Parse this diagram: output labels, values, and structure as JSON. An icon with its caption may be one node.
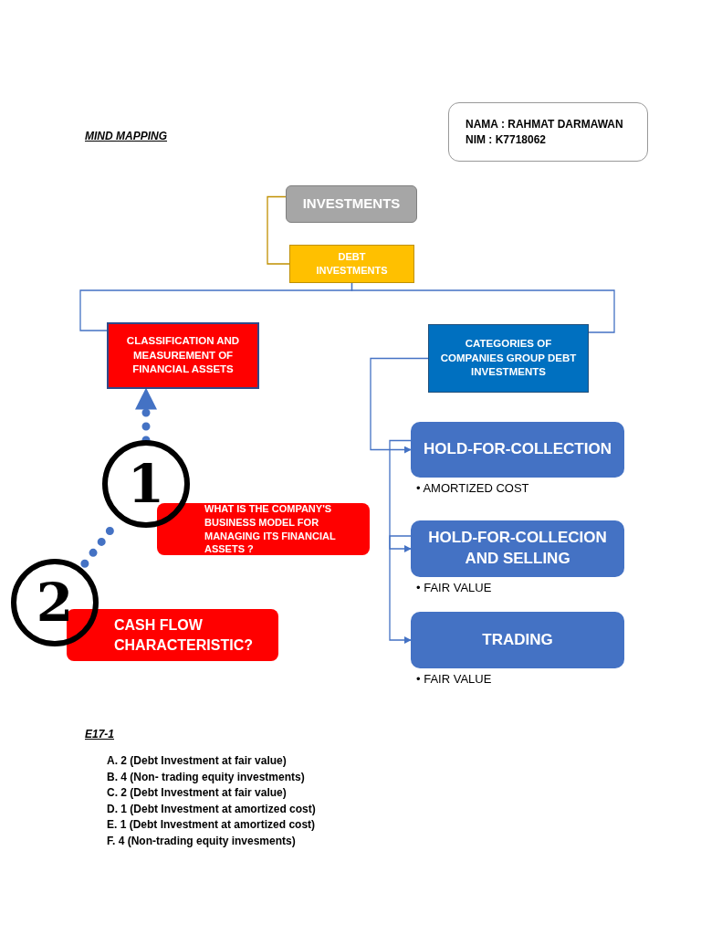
{
  "diagram": {
    "title": "MIND MAPPING",
    "nodes": [
      {
        "text": [
          "NAMA : RAHMAT DARMAWAN",
          "NIM : K7718062"
        ]
      },
      {
        "text": [
          "INVESTMENTS"
        ]
      },
      {
        "text": [
          "DEBT INVESTMENTS"
        ]
      },
      {
        "text": [
          "CLASSIFICATION AND MEASUREMENT OF FINANCIAL ASSETS"
        ]
      },
      {
        "text": [
          "CATEGORIES OF COMPANIES GROUP DEBT INVESTMENTS"
        ]
      },
      {
        "text": [
          "HOLD-FOR-COLLECTION"
        ],
        "beside": [
          "• AMORTIZED COST"
        ]
      },
      {
        "text": [
          "HOLD-FOR-COLLECION AND SELLING"
        ],
        "beside": [
          "• FAIR VALUE"
        ]
      },
      {
        "text": [
          "TRADING"
        ],
        "beside": [
          "• FAIR VALUE"
        ]
      },
      {
        "text": [
          "1"
        ]
      },
      {
        "text": [
          "WHAT IS THE COMPANY'S BUSINESS MODEL FOR MANAGING ITS FINANCIAL ASSETS ?"
        ]
      },
      {
        "text": [
          "2"
        ]
      },
      {
        "text": [
          "CASH FLOW CHARACTERISTIC?"
        ]
      }
    ],
    "edges": [
      {
        "from": 1,
        "to": 2,
        "arrow": "none",
        "color": "#c09000"
      },
      {
        "from": 2,
        "to": 3,
        "arrow": "none"
      },
      {
        "from": 2,
        "to": 4,
        "arrow": "none"
      },
      {
        "from": 4,
        "to": 5,
        "arrow": "to"
      },
      {
        "from": 5,
        "to": 6,
        "arrow": "to"
      },
      {
        "from": 6,
        "to": 7,
        "arrow": "to"
      },
      {
        "from": 8,
        "to": 3,
        "arrow": "to",
        "style": "dashed"
      },
      {
        "from": 10,
        "to": 8,
        "arrow": "none",
        "style": "dashed"
      }
    ],
    "labels": [
      "E17-1",
      "A. 2 (Debt Investment at fair value)",
      "B. 4 (Non- trading equity investments)",
      "C. 2 (Debt Investment at fair value)",
      "D. 1 (Debt Investment at amortized cost)",
      "E. 1 (Debt Investment at amortized cost)",
      "F. 4 (Non-trading equity invesments)"
    ]
  }
}
